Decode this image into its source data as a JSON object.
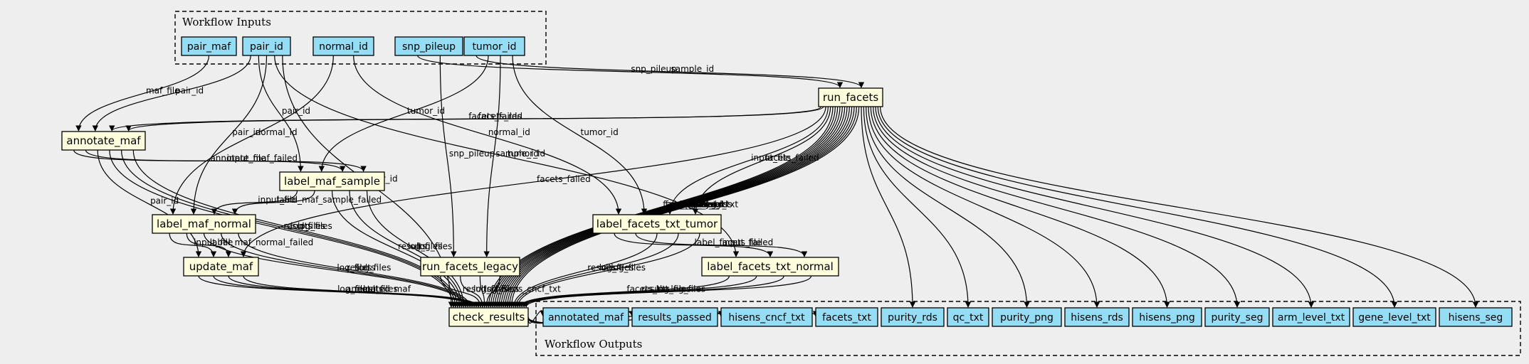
{
  "clusters": {
    "inputs_label": "Workflow Inputs",
    "outputs_label": "Workflow Outputs"
  },
  "inputs": [
    "pair_maf",
    "pair_id",
    "normal_id",
    "snp_pileup",
    "tumor_id"
  ],
  "steps": [
    "run_facets",
    "annotate_maf",
    "label_maf_sample",
    "label_maf_normal",
    "update_maf",
    "run_facets_legacy",
    "label_facets_txt_tumor",
    "label_facets_txt_normal",
    "check_results"
  ],
  "outputs": [
    "annotated_maf",
    "results_passed",
    "hisens_cncf_txt",
    "facets_txt",
    "purity_rds",
    "qc_txt",
    "purity_png",
    "hisens_rds",
    "hisens_png",
    "purity_seg",
    "arm_level_txt",
    "gene_level_txt",
    "hisens_seg"
  ],
  "edges": [
    {
      "from": "snp_pileup",
      "to": "run_facets",
      "label": "snp_pileup"
    },
    {
      "from": "tumor_id",
      "to": "run_facets",
      "label": "sample_id"
    },
    {
      "from": "pair_maf",
      "to": "annotate_maf",
      "label": "maf_file"
    },
    {
      "from": "pair_id",
      "to": "annotate_maf",
      "label": "pair_id"
    },
    {
      "from": "run_facets",
      "to": "annotate_maf",
      "label": "facets_failed"
    },
    {
      "from": "run_facets",
      "to": "annotate_maf",
      "label": "facets_rds"
    },
    {
      "from": "pair_id",
      "to": "label_maf_sample",
      "label": "pair_id"
    },
    {
      "from": "tumor_id",
      "to": "label_maf_sample",
      "label": "tumor_id"
    },
    {
      "from": "annotate_maf",
      "to": "label_maf_sample",
      "label": "annotate_maf_failed"
    },
    {
      "from": "annotate_maf",
      "to": "label_maf_sample",
      "label": "input_file"
    },
    {
      "from": "normal_id",
      "to": "label_maf_normal",
      "label": "normal_id"
    },
    {
      "from": "pair_id",
      "to": "label_maf_normal",
      "label": "pair_id"
    },
    {
      "from": "label_maf_sample",
      "to": "label_maf_normal",
      "label": "input_file"
    },
    {
      "from": "label_maf_sample",
      "to": "label_maf_normal",
      "label": "label_maf_sample_failed"
    },
    {
      "from": "annotate_maf",
      "to": "update_maf",
      "label": "pair_id"
    },
    {
      "from": "label_maf_normal",
      "to": "update_maf",
      "label": "input_file"
    },
    {
      "from": "label_maf_normal",
      "to": "update_maf",
      "label": "label_maf_normal_failed"
    },
    {
      "from": "run_facets",
      "to": "update_maf",
      "label": "facets_failed"
    },
    {
      "from": "snp_pileup",
      "to": "run_facets_legacy",
      "label": "snp_pileup"
    },
    {
      "from": "tumor_id",
      "to": "run_facets_legacy",
      "label": "sample_id"
    },
    {
      "from": "normal_id",
      "to": "label_facets_txt_tumor",
      "label": "normal_id"
    },
    {
      "from": "tumor_id",
      "to": "label_facets_txt_tumor",
      "label": "tumor_id"
    },
    {
      "from": "run_facets",
      "to": "label_facets_txt_tumor",
      "label": "input_file"
    },
    {
      "from": "run_facets",
      "to": "label_facets_txt_tumor",
      "label": "facets_failed"
    },
    {
      "from": "pair_id",
      "to": "label_facets_txt_normal",
      "label": "tumor_id"
    },
    {
      "from": "label_facets_txt_tumor",
      "to": "label_facets_txt_normal",
      "label": "label_facets_failed"
    },
    {
      "from": "label_facets_txt_tumor",
      "to": "label_facets_txt_normal",
      "label": "input_file"
    },
    {
      "from": "pair_id",
      "to": "check_results",
      "label": "pair_id"
    },
    {
      "from": "annotate_maf",
      "to": "check_results",
      "label": "results"
    },
    {
      "from": "annotate_maf",
      "to": "check_results",
      "label": "log_files"
    },
    {
      "from": "annotate_maf",
      "to": "check_results",
      "label": "log_files"
    },
    {
      "from": "label_maf_sample",
      "to": "check_results",
      "label": "results"
    },
    {
      "from": "label_maf_sample",
      "to": "check_results",
      "label": "log_files"
    },
    {
      "from": "label_maf_sample",
      "to": "check_results",
      "label": "log_files"
    },
    {
      "from": "label_maf_normal",
      "to": "check_results",
      "label": "log_files"
    },
    {
      "from": "label_maf_normal",
      "to": "check_results",
      "label": "results"
    },
    {
      "from": "label_maf_normal",
      "to": "check_results",
      "label": "log_files"
    },
    {
      "from": "update_maf",
      "to": "check_results",
      "label": "log_files"
    },
    {
      "from": "update_maf",
      "to": "check_results",
      "label": "annotated_maf"
    },
    {
      "from": "update_maf",
      "to": "check_results",
      "label": "results"
    },
    {
      "from": "update_maf",
      "to": "check_results",
      "label": "log_files"
    },
    {
      "from": "run_facets_legacy",
      "to": "check_results",
      "label": "results"
    },
    {
      "from": "run_facets_legacy",
      "to": "check_results",
      "label": "log_files"
    },
    {
      "from": "run_facets_legacy",
      "to": "check_results",
      "label": "log_files"
    },
    {
      "from": "run_facets_legacy",
      "to": "check_results",
      "label": "hisens_cncf_txt"
    },
    {
      "from": "run_facets",
      "to": "check_results",
      "label": "facets_failed"
    },
    {
      "from": "run_facets",
      "to": "check_results",
      "label": "facets_txt"
    },
    {
      "from": "run_facets",
      "to": "check_results",
      "label": "arm_level_txt"
    },
    {
      "from": "run_facets",
      "to": "check_results",
      "label": "qc_txt"
    },
    {
      "from": "run_facets",
      "to": "check_results",
      "label": "purity_seg"
    },
    {
      "from": "run_facets",
      "to": "check_results",
      "label": "hisens_seg"
    },
    {
      "from": "run_facets",
      "to": "check_results",
      "label": "gene_level_txt"
    },
    {
      "from": "run_facets",
      "to": "check_results",
      "label": "results"
    },
    {
      "from": "run_facets",
      "to": "check_results",
      "label": "log_files"
    },
    {
      "from": "run_facets",
      "to": "check_results",
      "label": "log_files"
    },
    {
      "from": "run_facets",
      "to": "check_results",
      "label": "purity_rds"
    },
    {
      "from": "run_facets",
      "to": "check_results",
      "label": "hisens_rds"
    },
    {
      "from": "label_facets_txt_tumor",
      "to": "check_results",
      "label": "results"
    },
    {
      "from": "label_facets_txt_tumor",
      "to": "check_results",
      "label": "log_files"
    },
    {
      "from": "label_facets_txt_tumor",
      "to": "check_results",
      "label": "log_files"
    },
    {
      "from": "label_facets_txt_normal",
      "to": "check_results",
      "label": "facets_txt"
    },
    {
      "from": "label_facets_txt_normal",
      "to": "check_results",
      "label": "results"
    },
    {
      "from": "label_facets_txt_normal",
      "to": "check_results",
      "label": "log_files"
    },
    {
      "from": "label_facets_txt_normal",
      "to": "check_results",
      "label": "log_files"
    },
    {
      "from": "check_results",
      "to": "annotated_maf",
      "label": ""
    },
    {
      "from": "check_results",
      "to": "results_passed",
      "label": ""
    },
    {
      "from": "check_results",
      "to": "hisens_cncf_txt",
      "label": ""
    },
    {
      "from": "check_results",
      "to": "facets_txt",
      "label": ""
    },
    {
      "from": "run_facets",
      "to": "purity_rds",
      "label": ""
    },
    {
      "from": "run_facets",
      "to": "qc_txt",
      "label": ""
    },
    {
      "from": "run_facets",
      "to": "purity_png",
      "label": ""
    },
    {
      "from": "run_facets",
      "to": "hisens_rds",
      "label": ""
    },
    {
      "from": "run_facets",
      "to": "hisens_png",
      "label": ""
    },
    {
      "from": "run_facets",
      "to": "purity_seg",
      "label": ""
    },
    {
      "from": "run_facets",
      "to": "arm_level_txt",
      "label": ""
    },
    {
      "from": "run_facets",
      "to": "gene_level_txt",
      "label": ""
    },
    {
      "from": "run_facets",
      "to": "hisens_seg",
      "label": ""
    }
  ]
}
